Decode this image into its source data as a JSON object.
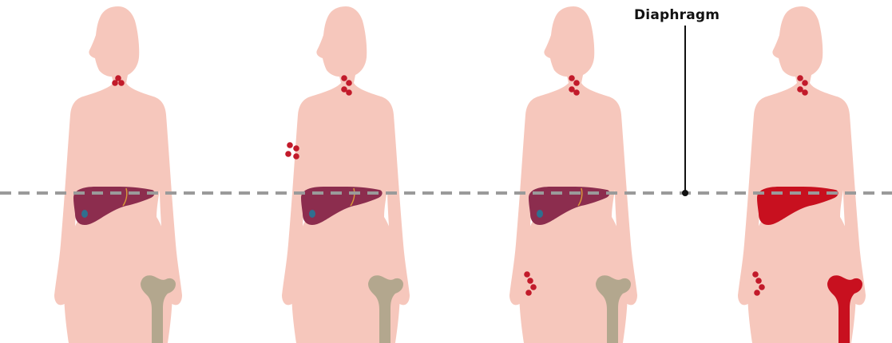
{
  "diaphragm": {
    "label": "Diaphragm",
    "line_color": "#9a9a9a",
    "pointer_color": "#111111"
  },
  "colors": {
    "body": "#f6c7bc",
    "lymph_node": "#c21a2a",
    "liver_normal": "#8c2d4e",
    "liver_involved": "#c8101f",
    "gallbladder": "#2f6f8f",
    "bone_normal": "#b3a78e",
    "bone_involved": "#c8101f"
  },
  "panels": [
    {
      "name": "stage-1",
      "node_sites": [
        "neck"
      ],
      "liver_involved": false,
      "bone_involved": false
    },
    {
      "name": "stage-2",
      "node_sites": [
        "neck",
        "axilla"
      ],
      "liver_involved": false,
      "bone_involved": false
    },
    {
      "name": "stage-3",
      "node_sites": [
        "neck",
        "groin"
      ],
      "liver_involved": false,
      "bone_involved": false
    },
    {
      "name": "stage-4",
      "node_sites": [
        "neck",
        "groin"
      ],
      "liver_involved": true,
      "bone_involved": true
    }
  ]
}
